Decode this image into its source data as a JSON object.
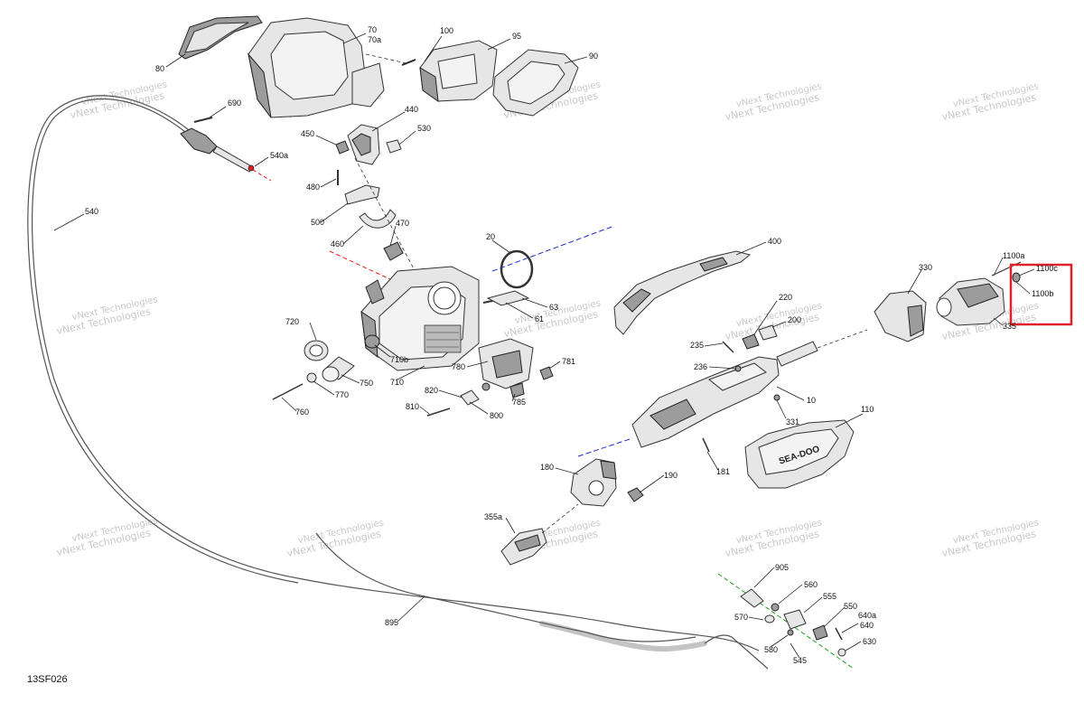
{
  "drawing": {
    "code": "13SF026",
    "watermark": "vNext Technologies",
    "highlight_color": "#e0202a",
    "axis_colors": {
      "red": "#e02020",
      "blue": "#2030c0",
      "green": "#20a020"
    }
  },
  "brand_text": "SEA-DOO",
  "labels": {
    "l80": "80",
    "l70": "70",
    "l70a": "70a",
    "l100": "100",
    "l95": "95",
    "l90": "90",
    "l690": "690",
    "l540a": "540a",
    "l540": "540",
    "l440": "440",
    "l450": "450",
    "l530": "530",
    "l480": "480",
    "l500": "500",
    "l460": "460",
    "l470": "470",
    "l20": "20",
    "l63": "63",
    "l61": "61",
    "l400": "400",
    "l330": "330",
    "l1100a": "1100a",
    "l1100c": "1100c",
    "l1100b": "1100b",
    "l220": "220",
    "l200": "200",
    "l335": "335",
    "l235": "235",
    "l236": "236",
    "l10": "10",
    "l331": "331",
    "l110": "110",
    "l181": "181",
    "l720": "720",
    "l710b": "710b",
    "l710": "710",
    "l750": "750",
    "l770": "770",
    "l760": "760",
    "l780": "780",
    "l781": "781",
    "l785": "785",
    "l820": "820",
    "l810": "810",
    "l800": "800",
    "l180": "180",
    "l190": "190",
    "l355a": "355a",
    "l895": "895",
    "l905": "905",
    "l560": "560",
    "l555": "555",
    "l550": "550",
    "l570": "570",
    "l640a": "640a",
    "l640": "640",
    "l630": "630",
    "l580": "580",
    "l545": "545"
  }
}
